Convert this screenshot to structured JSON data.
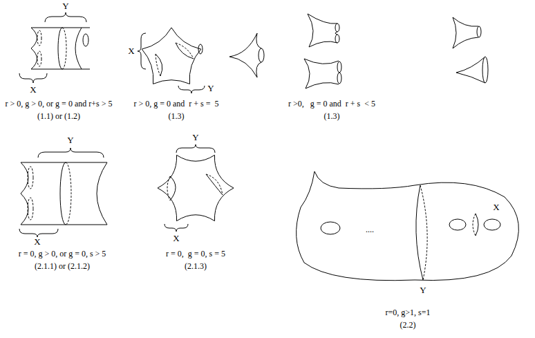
{
  "diagram": {
    "labels": [
      "Y",
      "X",
      "r > 0, g > 0, or g = 0 and r+s > 5",
      "(1.1) or (1.2)",
      "X",
      "Y",
      "r > 0, g = 0 and  r + s =  5",
      "(1.3)",
      "r >0,   g = 0 and  r + s  < 5",
      "(1.3)",
      "Y",
      "X",
      "r = 0, g > 0, or g = 0, s > 5",
      "(2.1.1) or (2.1.2)",
      "Y",
      "X",
      "r = 0,  g = 0, s = 5",
      "(2.1.3)",
      "....",
      "X",
      "Y",
      "r=0, g>1, s=1",
      "(2.2)"
    ]
  }
}
